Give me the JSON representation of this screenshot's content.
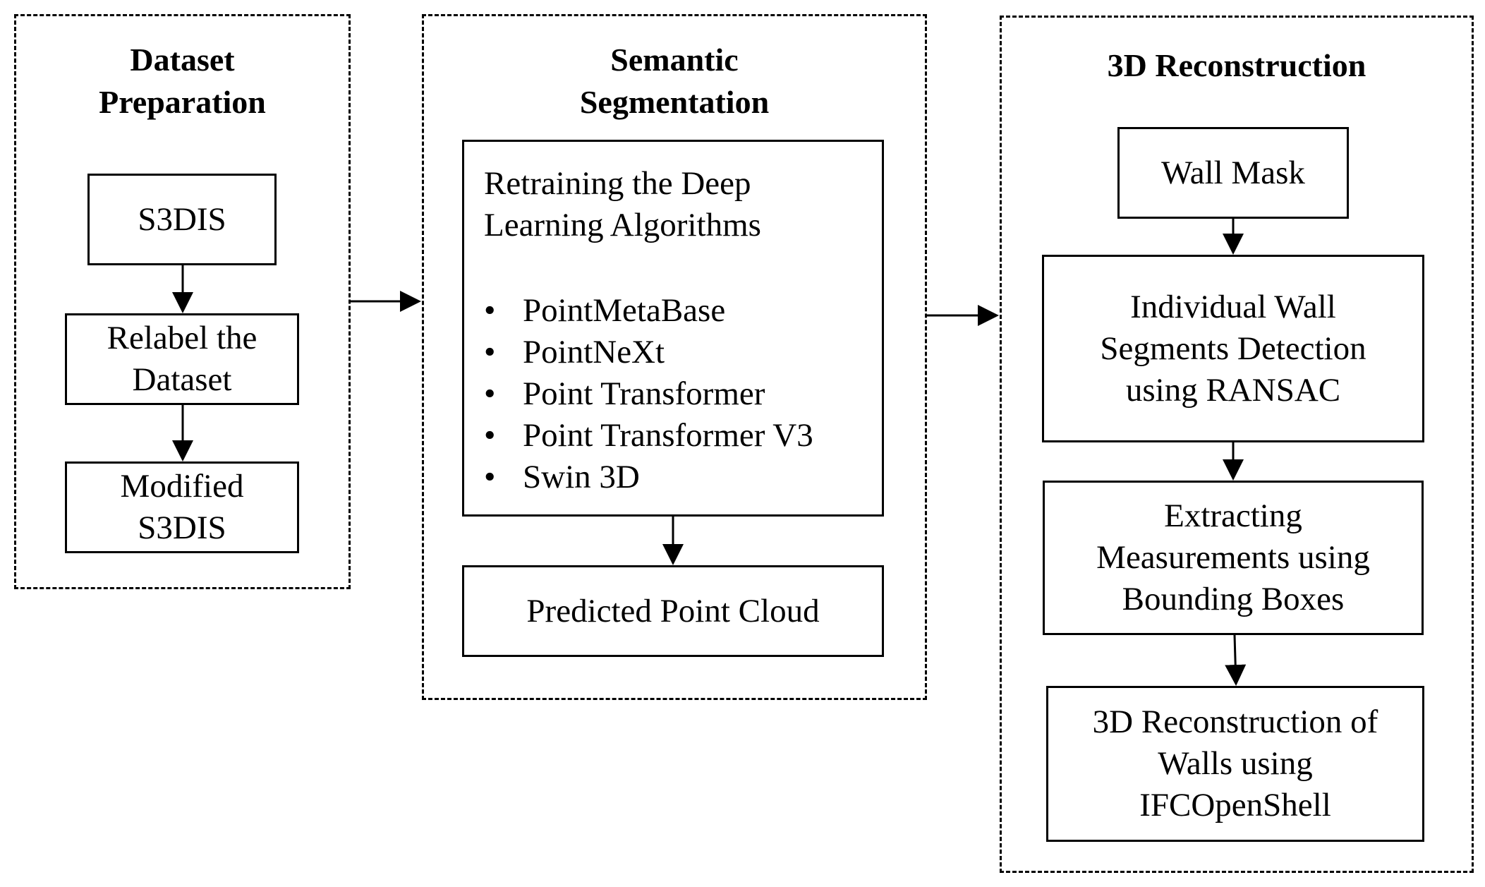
{
  "groups": {
    "dataset_preparation": {
      "title": "Dataset\nPreparation",
      "boxes": [
        "S3DIS",
        "Relabel the\nDataset",
        "Modified\nS3DIS"
      ]
    },
    "semantic_segmentation": {
      "title": "Semantic\nSegmentation",
      "algorithms_heading": "Retraining the Deep\nLearning Algorithms",
      "bullet": "•",
      "algorithms": [
        "PointMetaBase",
        "PointNeXt",
        "Point Transformer",
        "Point Transformer V3",
        "Swin 3D"
      ],
      "output": "Predicted Point Cloud"
    },
    "reconstruction": {
      "title": "3D Reconstruction",
      "boxes": [
        "Wall Mask",
        "Individual Wall\nSegments Detection\nusing RANSAC",
        "Extracting\nMeasurements using\nBounding Boxes",
        "3D Reconstruction of\nWalls using\nIFCOpenShell"
      ]
    }
  }
}
